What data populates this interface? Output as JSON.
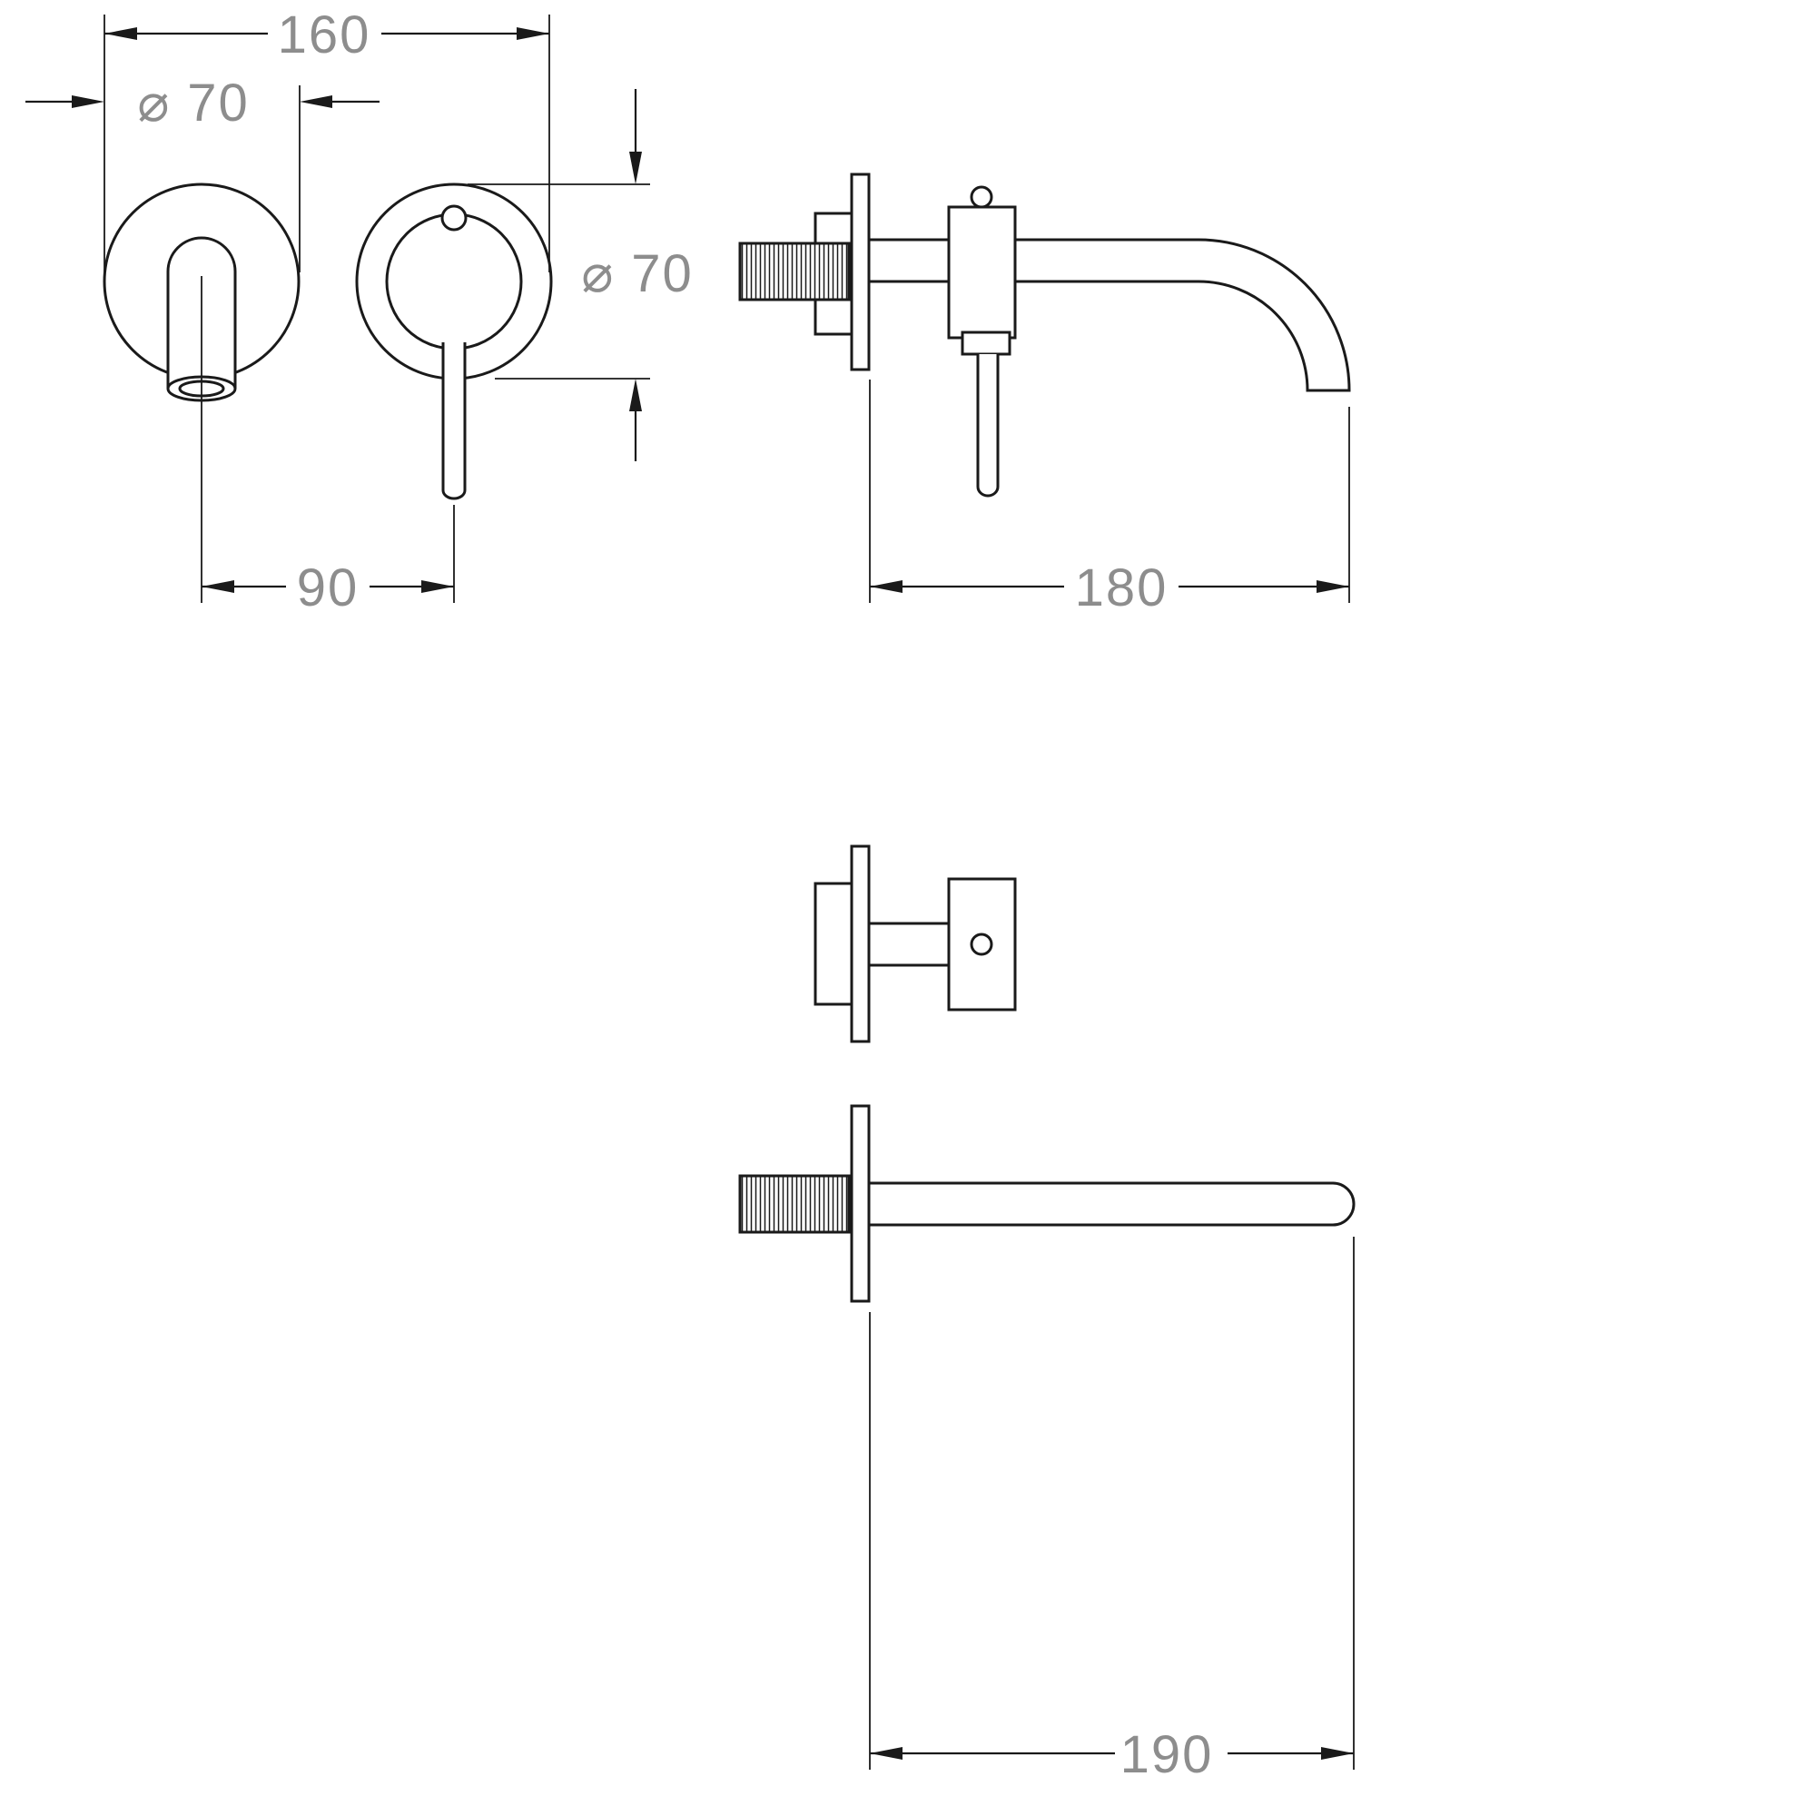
{
  "drawing": {
    "type": "technical-dimension-drawing",
    "subject": "wall-mounted-basin-mixer"
  },
  "colors": {
    "line": "#1a1a1a",
    "dimension_text": "#8d8d8d",
    "background": "#ffffff"
  },
  "dimensions": {
    "front_width": "160",
    "spout_plate_diameter": "⌀ 70",
    "mixer_plate_diameter": "⌀ 70",
    "center_spacing": "90",
    "spout_projection": "180",
    "spout_length": "190"
  }
}
